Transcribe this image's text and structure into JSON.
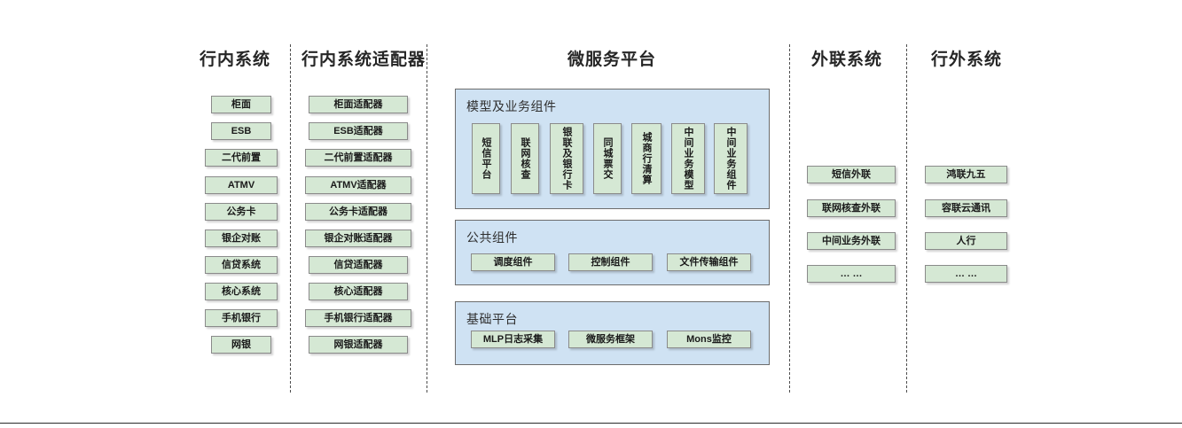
{
  "diagram": {
    "columns": [
      {
        "key": "in_bank",
        "title": "行内系统",
        "items": [
          "柜面",
          "ESB",
          "二代前置",
          "ATMV",
          "公务卡",
          "银企对账",
          "信贷系统",
          "核心系统",
          "手机银行",
          "网银"
        ]
      },
      {
        "key": "in_bank_adapter",
        "title": "行内系统适配器",
        "items": [
          "柜面适配器",
          "ESB适配器",
          "二代前置适配器",
          "ATMV适配器",
          "公务卡适配器",
          "银企对账适配器",
          "信贷适配器",
          "核心适配器",
          "手机银行适配器",
          "网银适配器"
        ]
      },
      {
        "key": "microservice",
        "title": "微服务平台",
        "groups": [
          {
            "key": "model_business",
            "label": "模型及业务组件",
            "orientation": "vertical",
            "items": [
              "短信平台",
              "联网核查",
              "银联及银行卡",
              "同城票交",
              "城商行清算",
              "中间业务模型",
              "中间业务组件"
            ]
          },
          {
            "key": "public_components",
            "label": "公共组件",
            "orientation": "horizontal",
            "items": [
              "调度组件",
              "控制组件",
              "文件传输组件"
            ]
          },
          {
            "key": "base_platform",
            "label": "基础平台",
            "orientation": "horizontal",
            "items": [
              "MLP日志采集",
              "微服务框架",
              "Mons监控"
            ]
          }
        ]
      },
      {
        "key": "external_link",
        "title": "外联系统",
        "items": [
          "短信外联",
          "联网核查外联",
          "中间业务外联",
          "… …"
        ]
      },
      {
        "key": "outside_bank",
        "title": "行外系统",
        "items": [
          "鸿联九五",
          "容联云通讯",
          "人行",
          "… …"
        ]
      }
    ],
    "colors": {
      "node_fill": "#d5e8d4",
      "node_border": "#8a8a8a",
      "group_fill": "#cfe2f3",
      "group_border": "#6c6c6c",
      "divider": "#4d4d4d",
      "text": "#1a1a1a"
    }
  }
}
